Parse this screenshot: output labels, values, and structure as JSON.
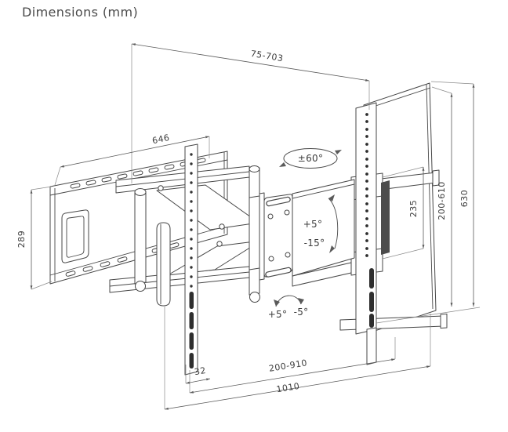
{
  "labels": {
    "title": "Dimensions (mm)",
    "unit": "mm",
    "subject": "Full-motion articulating TV wall mount bracket, isometric technical drawing",
    "dims": {
      "depth_range": "75-703",
      "wall_plate_width": "646",
      "wall_plate_height": "289",
      "crossbar_spacing": "235",
      "height_adjust_range": "200-610",
      "bracket_height": "630",
      "slot_offset": "32",
      "width_adjust_range": "200-910",
      "overall_width": "1010"
    },
    "angles": {
      "swivel": "±60°",
      "tilt_up": "+5°",
      "tilt_down": "-15°",
      "post_plus": "+5°",
      "post_minus": "-5°"
    }
  },
  "colors": {
    "background": "#ffffff",
    "line": "#474747",
    "dimension_line": "#5a5a5a",
    "text": "#3d3d3d",
    "slot_fill": "#2e2e2e"
  }
}
